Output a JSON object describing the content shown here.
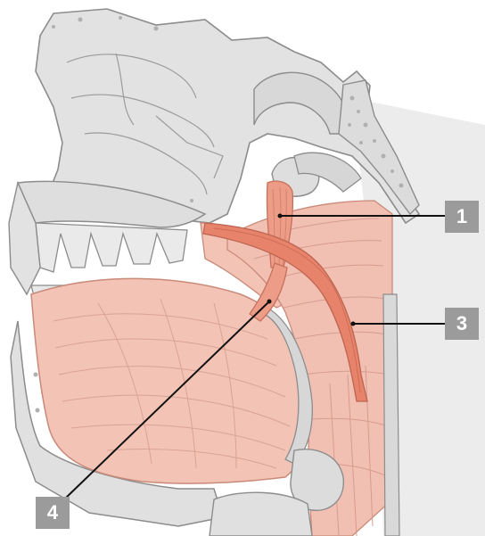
{
  "figure": {
    "colors": {
      "bone_fill": "#e4e4e4",
      "bone_outline": "#8c8c8c",
      "cancellous": "#b5b5b5",
      "muscle_fill": "#f3c3b5",
      "muscle_dark": "#e58d78",
      "muscle_line": "#d29a8a",
      "leader_line": "#111111",
      "callout_bg": "#9b9b9b",
      "callout_text": "#ffffff"
    },
    "callouts": [
      {
        "label": "1"
      },
      {
        "label": "3"
      },
      {
        "label": "4"
      }
    ]
  }
}
